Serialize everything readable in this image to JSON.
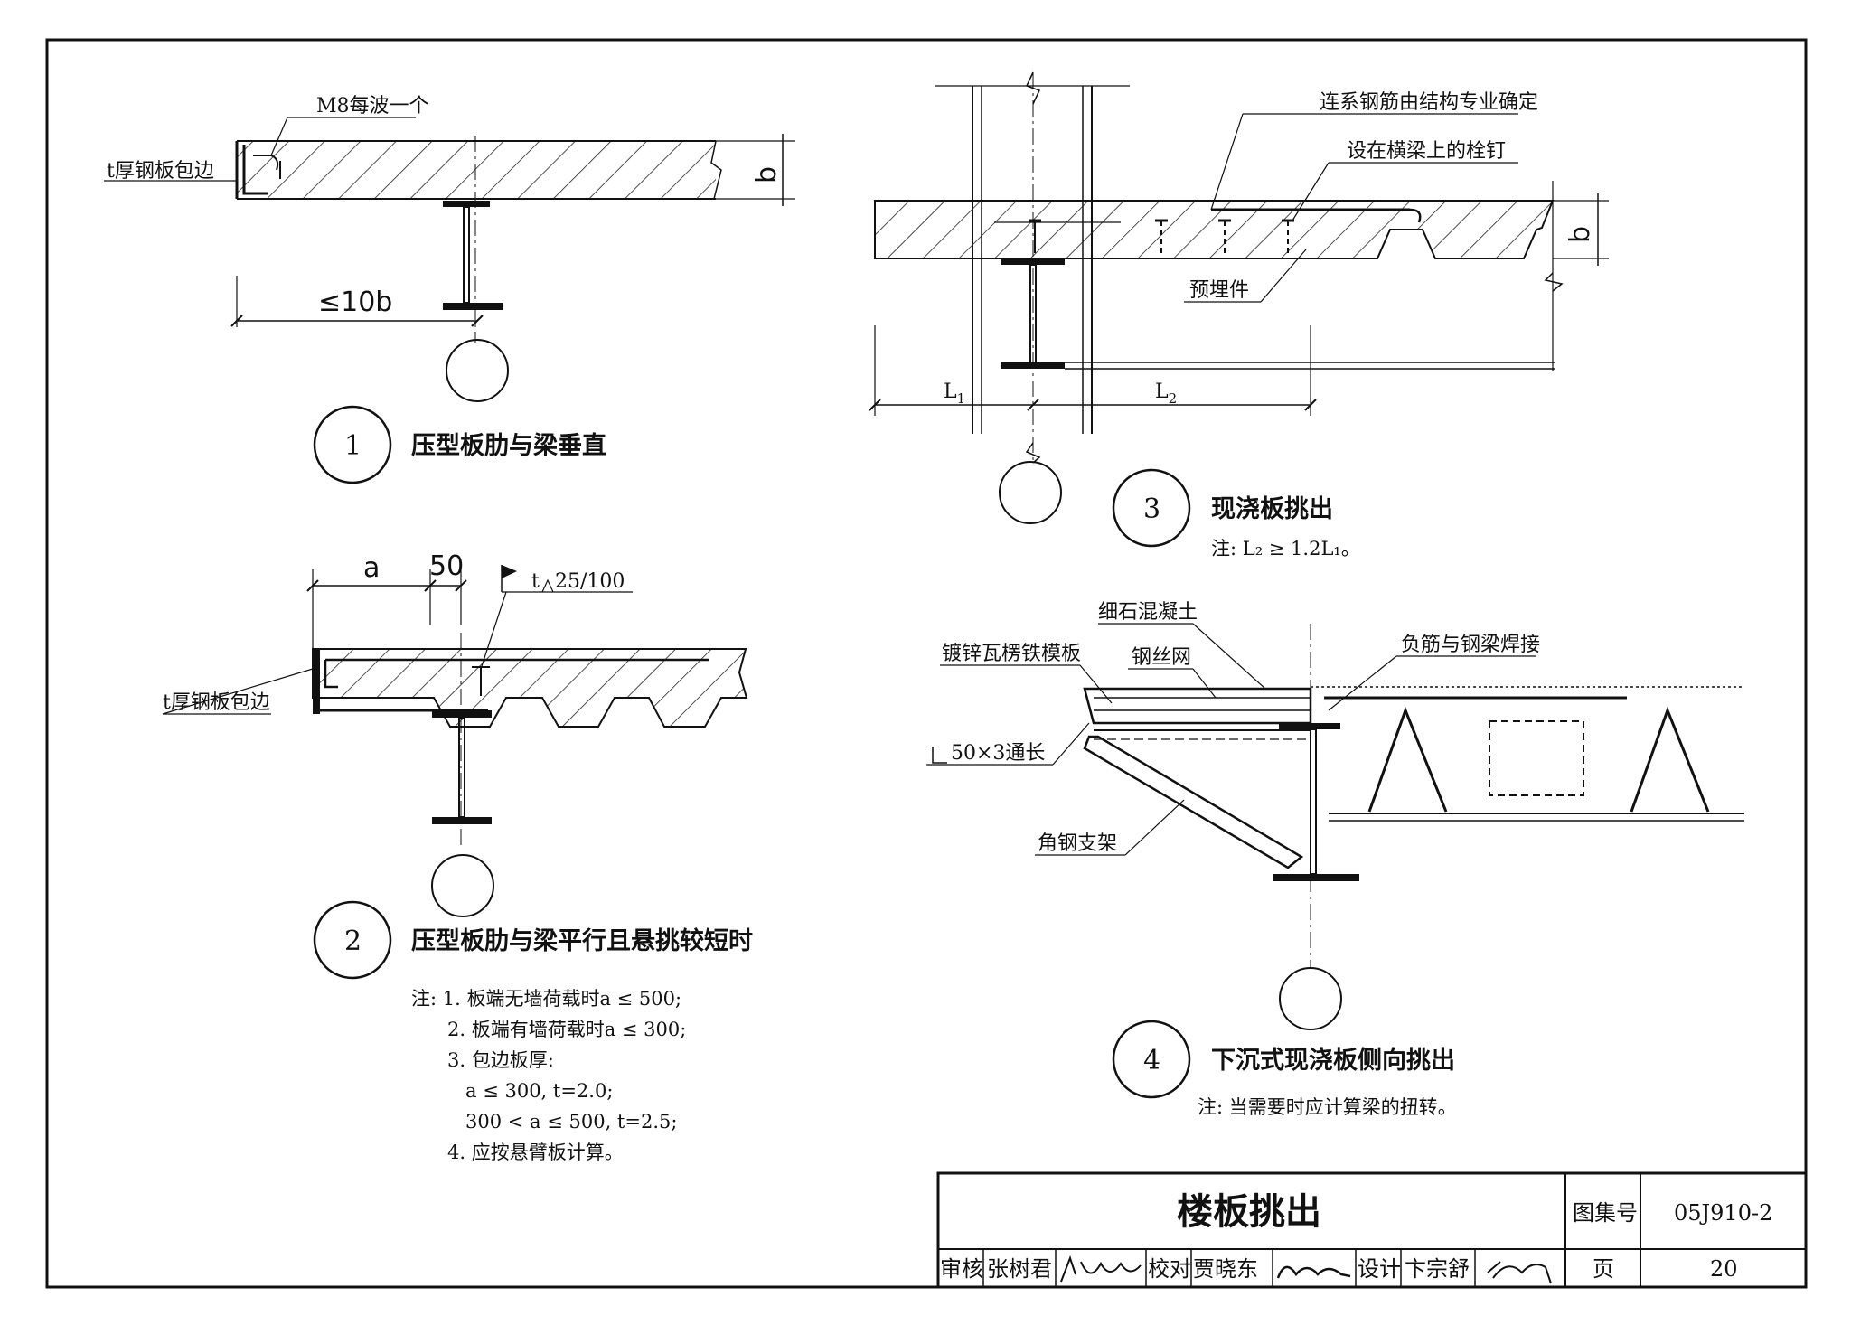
{
  "details": [
    {
      "number": "1",
      "title": "压型板肋与梁垂直",
      "labels": {
        "bolt": "M8每波一个",
        "edge": "t厚钢板包边",
        "dim_b": "b",
        "dim_span": "≤10b"
      }
    },
    {
      "number": "2",
      "title": "压型板肋与梁平行且悬挑较短时",
      "labels": {
        "dim_a": "a",
        "dim_50": "50",
        "weld": "t",
        "weld_spec": "25/100",
        "edge": "t厚钢板包边"
      },
      "notes": [
        "注: 1. 板端无墙荷载时a ≤ 500;",
        "2. 板端有墙荷载时a ≤ 300;",
        "3. 包边板厚:",
        "a ≤ 300, t=2.0;",
        "300 < a ≤ 500, t=2.5;",
        "4. 应按悬臂板计算。"
      ]
    },
    {
      "number": "3",
      "title": "现浇板挑出",
      "labels": {
        "rebar": "连系钢筋由结构专业确定",
        "stud": "设在横梁上的栓钉",
        "embed": "预埋件",
        "dim_b": "b",
        "L1": "L",
        "L1_sub": "1",
        "L2": "L",
        "L2_sub": "2"
      },
      "note": "注: L₂ ≥ 1.2L₁。"
    },
    {
      "number": "4",
      "title": "下沉式现浇板侧向挑出",
      "labels": {
        "concrete": "细石混凝土",
        "deck": "镀锌瓦楞铁模板",
        "mesh": "钢丝网",
        "weld_rebar": "负筋与钢梁焊接",
        "angle": "50×3通长",
        "bracket": "角钢支架"
      },
      "note": "注: 当需要时应计算梁的扭转。"
    }
  ],
  "title_block": {
    "title": "楼板挑出",
    "atlas_label": "图集号",
    "atlas_no": "05J910-2",
    "page_label": "页",
    "page_no": "20",
    "review_label": "审核",
    "reviewer": "张树君",
    "check_label": "校对",
    "checker": "贾晓东",
    "design_label": "设计",
    "designer": "卞宗舒"
  }
}
